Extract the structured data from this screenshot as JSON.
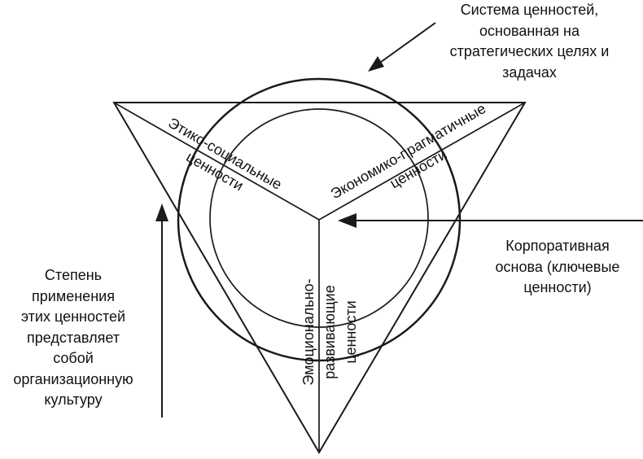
{
  "diagram": {
    "notes": {
      "top": "Система ценностей,\nоснованная на\nстратегических целях и\nзадачах",
      "right": "Корпоративная\nоснова (ключевые\nценности)",
      "left": "Степень\nприменения\nэтих ценностей\nпредставляет\nсобой\nорганизационную\nкультуру"
    },
    "labels": {
      "ethical": "Этико-социальные\nценности",
      "economic": "Экономико-прагматичные\nценности",
      "emotional": "Эмоционально-\nразвивающие\nценности"
    },
    "colors": {
      "triangle_fill": "#e2e2e2",
      "stroke": "#1a1a1a",
      "background": "#ffffff"
    }
  }
}
